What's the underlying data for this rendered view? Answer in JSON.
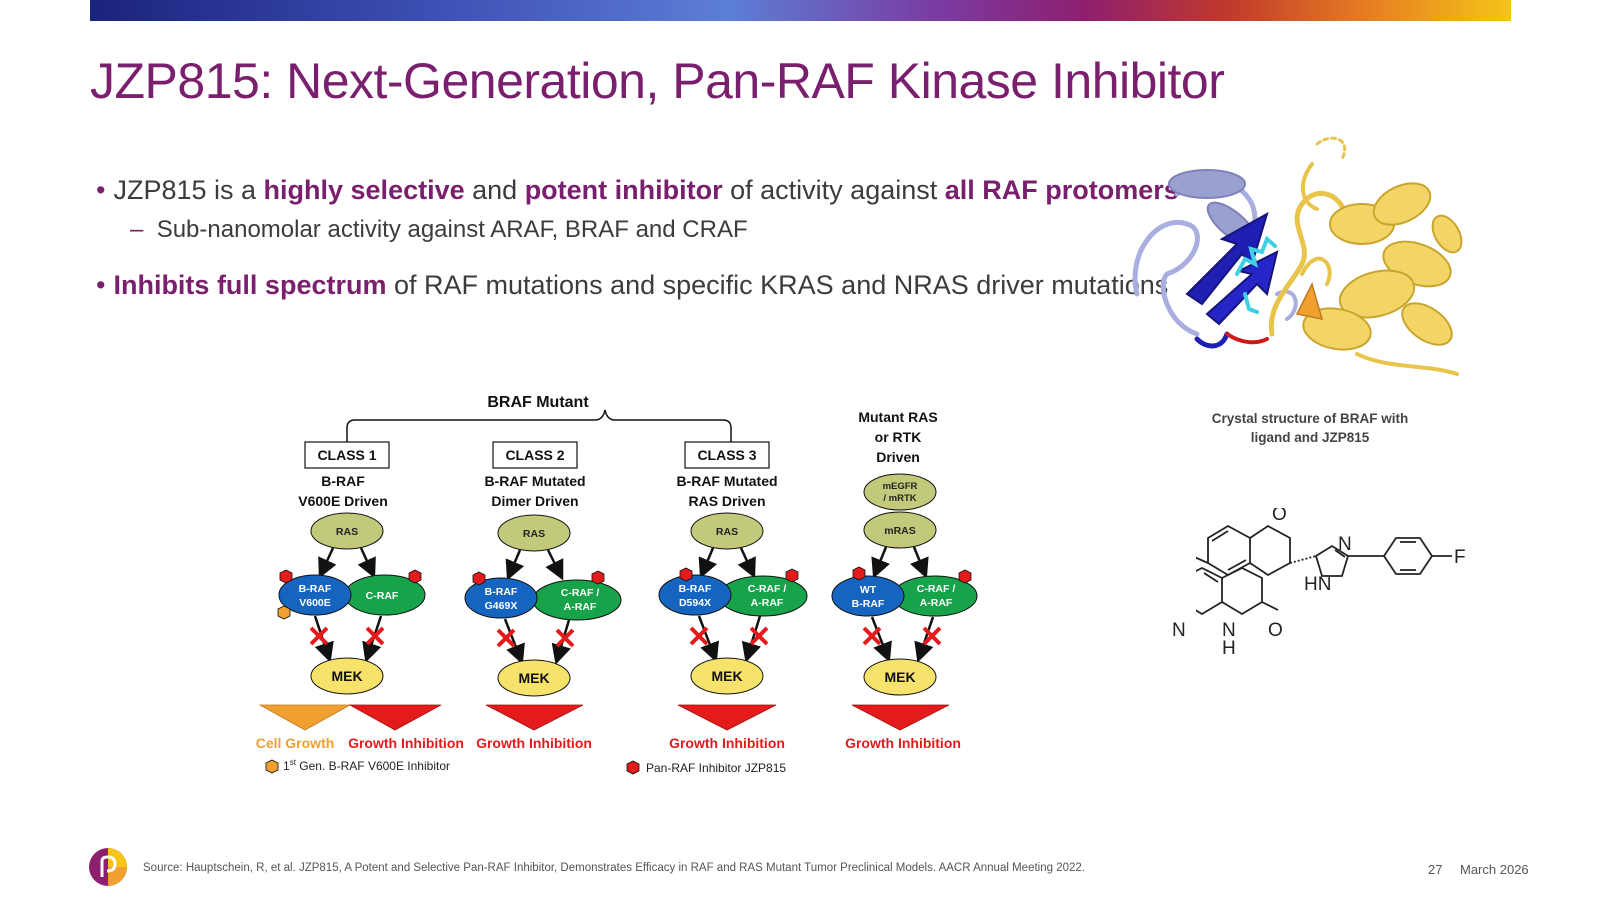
{
  "title": "JZP815: Next-Generation, Pan-RAF Kinase Inhibitor",
  "bullets": {
    "b1_pre": "JZP815 is a ",
    "b1_hl1": "highly selective",
    "b1_mid1": " and ",
    "b1_hl2": "potent inhibitor",
    "b1_mid2": " of activity against ",
    "b1_hl3": "all RAF protomers",
    "b1_sub": "Sub-nanomolar activity against ARAF, BRAF and CRAF",
    "b2_hl": "Inhibits full spectrum",
    "b2_rest": " of RAF mutations and specific KRAS and NRAS driver mutations"
  },
  "crystal_caption": {
    "line1": "Crystal structure of BRAF with",
    "line2": "ligand and JZP815"
  },
  "chem_labels": {
    "o1": "O",
    "o2": "O",
    "n1": "N",
    "hn": "HN",
    "f": "F",
    "n2": "N",
    "n3": "N",
    "h": "H",
    "o3": "O"
  },
  "diagram": {
    "braf_mutant": "BRAF Mutant",
    "class1": {
      "box": "CLASS 1",
      "line1": "B-RAF",
      "line2": "V600E Driven",
      "ras": "RAS",
      "braf1": "B-RAF",
      "braf2": "V600E",
      "craf": "C-RAF",
      "mek": "MEK",
      "out1": "Cell Growth",
      "out2": "Growth Inhibition"
    },
    "class2": {
      "box": "CLASS 2",
      "line1": "B-RAF Mutated",
      "line2": "Dimer Driven",
      "ras": "RAS",
      "braf1": "B-RAF",
      "braf2": "G469X",
      "craf1": "C-RAF /",
      "craf2": "A-RAF",
      "mek": "MEK",
      "out": "Growth Inhibition"
    },
    "class3": {
      "box": "CLASS 3",
      "line1": "B-RAF Mutated",
      "line2": "RAS Driven",
      "ras": "RAS",
      "braf1": "B-RAF",
      "braf2": "D594X",
      "craf1": "C-RAF /",
      "craf2": "A-RAF",
      "mek": "MEK",
      "out": "Growth Inhibition"
    },
    "class4": {
      "line1": "Mutant RAS",
      "line2": "or RTK",
      "line3": "Driven",
      "egfr1": "mEGFR",
      "egfr2": "/ mRTK",
      "ras": "mRAS",
      "braf1": "WT",
      "braf2": "B-RAF",
      "craf1": "C-RAF /",
      "craf2": "A-RAF",
      "mek": "MEK",
      "out": "Growth Inhibition"
    },
    "legend1_pre": "1",
    "legend1_sup": "st",
    "legend1_post": " Gen. B-RAF V600E Inhibitor",
    "legend2": "Pan-RAF Inhibitor JZP815"
  },
  "colors": {
    "accent": "#7a1f6e",
    "olive": "#c3c97a",
    "blue": "#1565c0",
    "green": "#17a34a",
    "yellow": "#f7e36b",
    "red": "#e31b1b",
    "orange": "#f0a030"
  },
  "footer": {
    "source": "Source: Hauptschein, R, et al. JZP815, A Potent and Selective Pan-RAF Inhibitor, Demonstrates Efficacy in RAF and RAS Mutant Tumor Preclinical Models. AACR Annual Meeting 2022.",
    "page": "27",
    "date": "March 2026"
  }
}
